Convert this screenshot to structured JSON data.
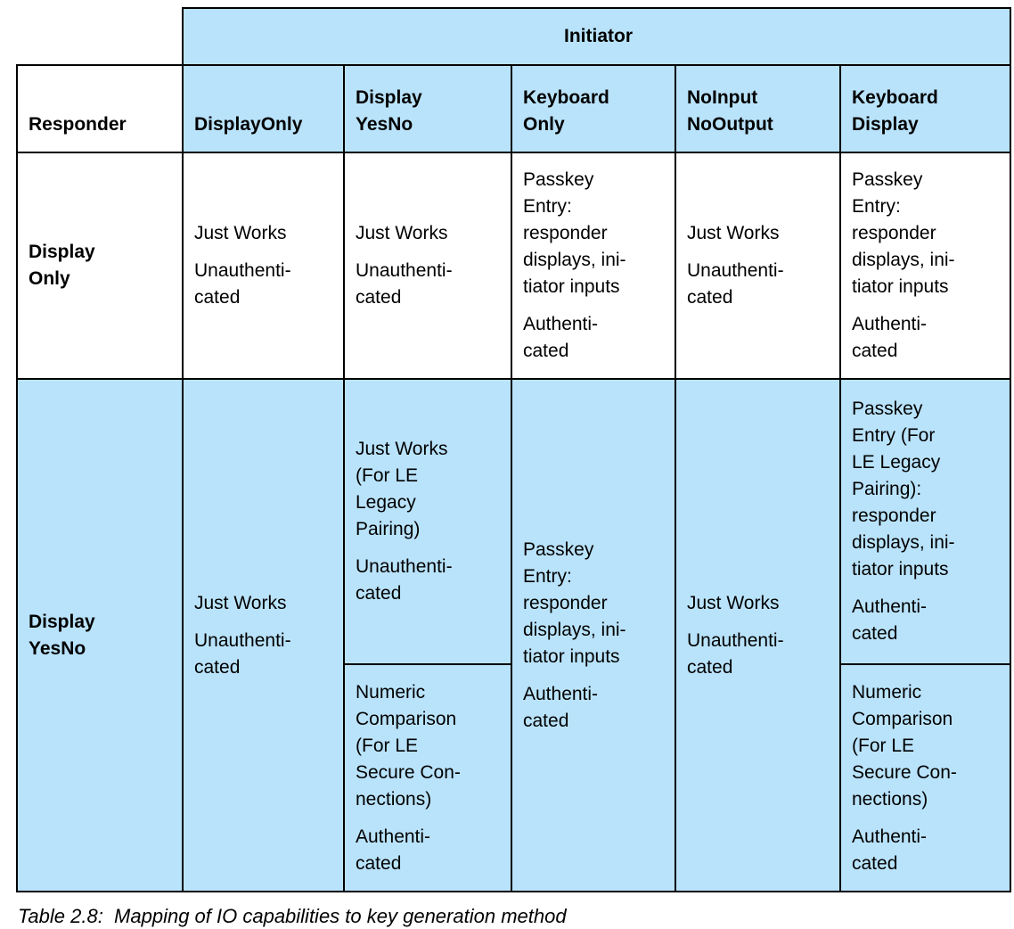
{
  "colors": {
    "highlight_blue": "#B9E3FB",
    "border": "#000000",
    "text": "#000000",
    "background": "#FFFFFF"
  },
  "table": {
    "initiator_header": "Initiator",
    "responder_header": "Responder",
    "column_headers": [
      {
        "label": "DisplayOnly"
      },
      {
        "label": "Display\nYesNo"
      },
      {
        "label": "Keyboard\nOnly"
      },
      {
        "label": "NoInput\nNoOutput"
      },
      {
        "label": "Keyboard\nDisplay"
      }
    ],
    "row_display_only": {
      "header": "Display\nOnly",
      "display_only": {
        "paras": [
          "Just Works",
          "Unauthenti-\ncated"
        ]
      },
      "display_yesno": {
        "paras": [
          "Just Works",
          "Unauthenti-\ncated"
        ]
      },
      "keyboard_only": {
        "paras": [
          "Passkey\nEntry:\nresponder\ndisplays, ini-\ntiator inputs",
          "Authenti-\ncated"
        ]
      },
      "noinput_nooutput": {
        "paras": [
          "Just Works",
          "Unauthenti-\ncated"
        ]
      },
      "keyboard_display": {
        "paras": [
          "Passkey\nEntry:\nresponder\ndisplays, ini-\ntiator inputs",
          "Authenti-\ncated"
        ]
      }
    },
    "row_display_yesno": {
      "header": "Display\nYesNo",
      "display_only": {
        "paras": [
          "Just Works",
          "Unauthenti-\ncated"
        ]
      },
      "display_yesno_top": {
        "paras": [
          "Just Works\n(For LE\nLegacy\nPairing)",
          "Unauthenti-\ncated"
        ]
      },
      "display_yesno_bottom": {
        "paras": [
          "Numeric\nComparison\n(For LE\nSecure Con-\nnections)",
          "Authenti-\ncated"
        ]
      },
      "keyboard_only": {
        "paras": [
          "Passkey\nEntry:\nresponder\ndisplays, ini-\ntiator inputs",
          "Authenti-\ncated"
        ]
      },
      "noinput_nooutput": {
        "paras": [
          "Just Works",
          "Unauthenti-\ncated"
        ]
      },
      "keyboard_display_top": {
        "paras": [
          "Passkey\nEntry (For\nLE Legacy\nPairing):\nresponder\ndisplays, ini-\ntiator inputs",
          "Authenti-\ncated"
        ]
      },
      "keyboard_display_bottom": {
        "paras": [
          "Numeric\nComparison\n(For LE\nSecure Con-\nnections)",
          "Authenti-\ncated"
        ]
      }
    }
  },
  "caption": "Table 2.8:  Mapping of IO capabilities to key generation method"
}
